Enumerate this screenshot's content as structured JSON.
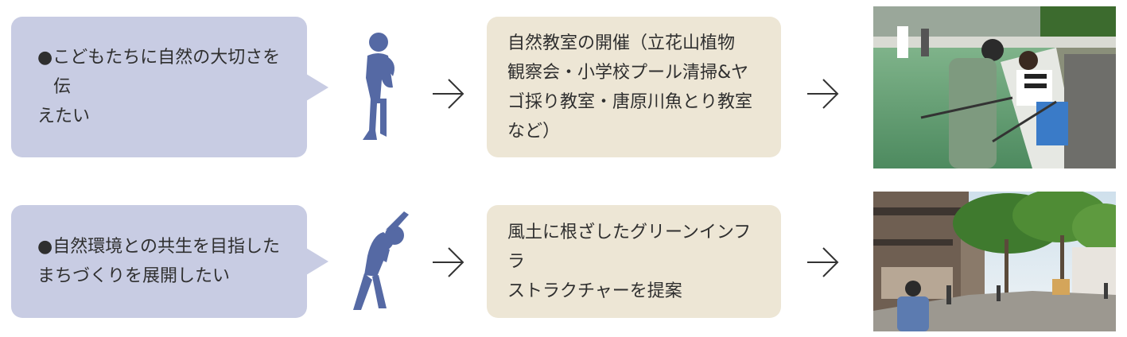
{
  "colors": {
    "bubble_fill": "#c8cce3",
    "action_fill": "#ede6d5",
    "figure_blue": "#5569a4",
    "arrow_stroke": "#333333"
  },
  "rows": [
    {
      "wish_lines": [
        "●こどもたちに自然の大切さを伝",
        "えたい"
      ],
      "figure_icon": "thinking-person-icon",
      "action_lines": [
        "自然教室の開催（立花山植物",
        "観察会・小学校プール清掃&ヤ",
        "ゴ採り教室・唐原川魚とり教室",
        "など）"
      ],
      "photo_icon": "pool-cleaning-photo"
    },
    {
      "wish_lines": [
        "●自然環境との共生を目指した",
        "まちづくりを展開したい"
      ],
      "figure_icon": "stretching-person-icon",
      "action_lines": [
        "風土に根ざしたグリーンインフラ",
        "ストラクチャーを提案"
      ],
      "photo_icon": "tree-lined-street-photo"
    }
  ]
}
